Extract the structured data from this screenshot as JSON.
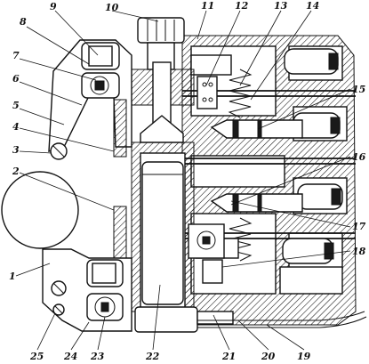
{
  "figure": {
    "callouts": [
      {
        "id": "c1",
        "text": "1"
      },
      {
        "id": "c2",
        "text": "2"
      },
      {
        "id": "c3",
        "text": "3"
      },
      {
        "id": "c4",
        "text": "4"
      },
      {
        "id": "c5",
        "text": "5"
      },
      {
        "id": "c6",
        "text": "6"
      },
      {
        "id": "c7",
        "text": "7"
      },
      {
        "id": "c8",
        "text": "8"
      },
      {
        "id": "c9",
        "text": "9"
      },
      {
        "id": "c10",
        "text": "10"
      },
      {
        "id": "c11",
        "text": "11"
      },
      {
        "id": "c12",
        "text": "12"
      },
      {
        "id": "c13",
        "text": "13"
      },
      {
        "id": "c14",
        "text": "14"
      },
      {
        "id": "c15",
        "text": "15"
      },
      {
        "id": "c16",
        "text": "16"
      },
      {
        "id": "c17",
        "text": "17"
      },
      {
        "id": "c18",
        "text": "18"
      },
      {
        "id": "c19",
        "text": "19"
      },
      {
        "id": "c20",
        "text": "20"
      },
      {
        "id": "c21",
        "text": "21"
      },
      {
        "id": "c22",
        "text": "22"
      },
      {
        "id": "c23",
        "text": "23"
      },
      {
        "id": "c24",
        "text": "24"
      },
      {
        "id": "c25",
        "text": "25"
      }
    ]
  }
}
